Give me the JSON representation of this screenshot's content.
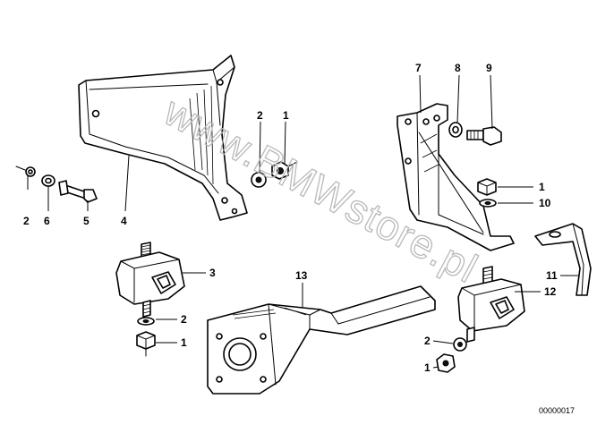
{
  "watermark": "www.BMWstore.pl",
  "reference_number": "00000017",
  "callouts": [
    "1",
    "2",
    "3",
    "4",
    "5",
    "6",
    "7",
    "8",
    "9",
    "10",
    "11",
    "12",
    "13"
  ],
  "colors": {
    "line": "#000000",
    "background": "#ffffff",
    "watermark": "#b9b9b9"
  }
}
